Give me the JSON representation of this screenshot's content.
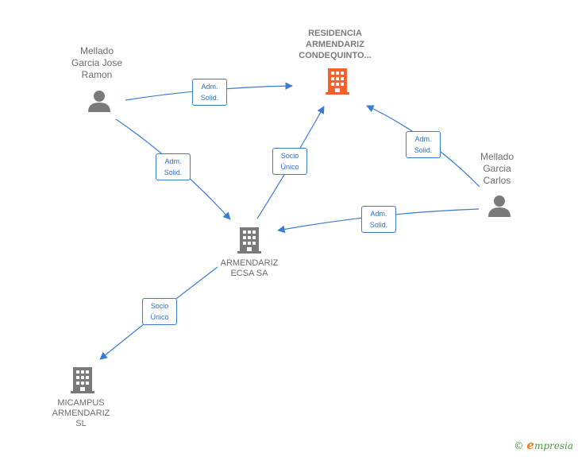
{
  "colors": {
    "edge": "#3a7bd5",
    "person_icon": "#7a7a7a",
    "company_icon": "#7a7a7a",
    "highlight_icon": "#f4622a"
  },
  "nodes": {
    "residencia": {
      "label": "RESIDENCIA\nARMENDARIZ\nCONDEQUINTO...",
      "icon": "building-icon"
    },
    "jose_ramon": {
      "label": "Mellado\nGarcia Jose\nRamon",
      "icon": "person-icon"
    },
    "carlos": {
      "label": "Mellado\nGarcia\nCarlos",
      "icon": "person-icon"
    },
    "ecsa": {
      "label": "ARMENDARIZ\nECSA SA",
      "icon": "building-icon"
    },
    "micampus": {
      "label": "MICAMPUS\nARMENDARIZ\nSL",
      "icon": "building-icon"
    }
  },
  "edges": [
    {
      "from": "jose_ramon",
      "to": "residencia",
      "label": "Adm.\nSolid."
    },
    {
      "from": "jose_ramon",
      "to": "ecsa",
      "label": "Adm.\nSolid."
    },
    {
      "from": "ecsa",
      "to": "residencia",
      "label": "Socio\nÚnico"
    },
    {
      "from": "carlos",
      "to": "residencia",
      "label": "Adm.\nSolid."
    },
    {
      "from": "carlos",
      "to": "ecsa",
      "label": "Adm.\nSolid."
    },
    {
      "from": "ecsa",
      "to": "micampus",
      "label": "Socio\nÚnico"
    }
  ],
  "footer": {
    "copyright": "©",
    "brand_initial": "e",
    "brand_rest": "mpresia"
  }
}
